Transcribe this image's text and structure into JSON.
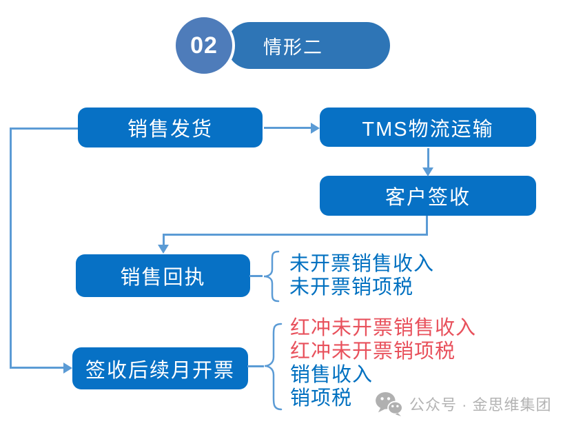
{
  "header": {
    "badge": "02",
    "title": "情形二"
  },
  "flow": {
    "shipment_label": "销售发货",
    "tms_label": "TMS物流运输",
    "sign_label": "客户签收",
    "receipt_label": "销售回执",
    "invoice_label": "签收后续月开票"
  },
  "receipt_outputs": [
    {
      "text": "未开票销售收入",
      "color": "#0070C0"
    },
    {
      "text": "未开票销项税",
      "color": "#0070C0"
    }
  ],
  "invoice_outputs": [
    {
      "text": "红冲未开票销售收入",
      "color": "#E8515C"
    },
    {
      "text": "红冲未开票销项税",
      "color": "#E8515C"
    },
    {
      "text": "销售收入",
      "color": "#0070C0"
    },
    {
      "text": "销项税",
      "color": "#0070C0"
    }
  ],
  "watermark": {
    "icon": "wechat-icon",
    "text": "公众号 · 金思维集团"
  },
  "colors": {
    "node_fill": "#0771C5",
    "header_pill": "#2E75B6",
    "header_circle": "#4E7CBA",
    "connector": "#5B9BD5",
    "annotation_blue": "#0070C0",
    "annotation_red": "#E8515C",
    "watermark_gray": "#B3B3B3"
  }
}
